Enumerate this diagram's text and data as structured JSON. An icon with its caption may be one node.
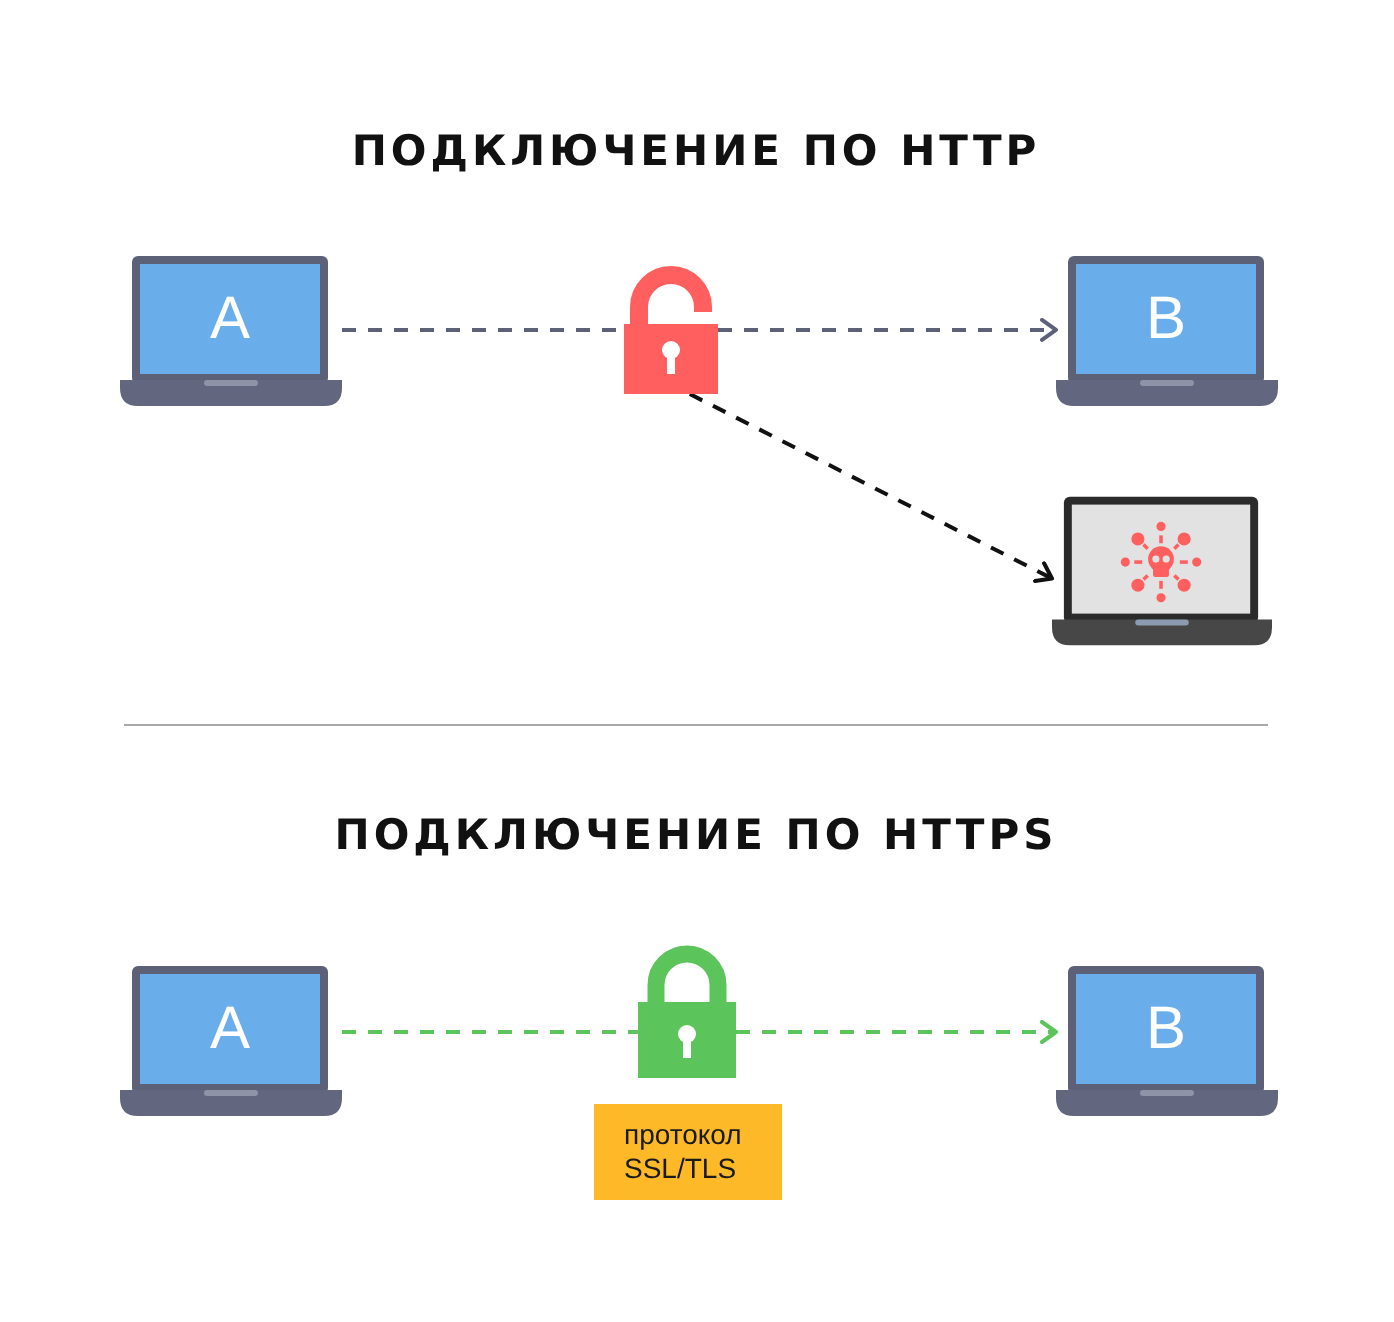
{
  "diagram": {
    "nodes": [
      {
        "text": [
          "A"
        ]
      },
      {
        "text": [],
        "shape": "picture"
      },
      {
        "text": [
          "B"
        ]
      },
      {
        "text": [],
        "shape": "picture"
      },
      {
        "text": [
          "A"
        ]
      },
      {
        "text": [],
        "shape": "picture"
      },
      {
        "text": [
          "B"
        ]
      },
      {
        "text": [
          "протокол SSL/TLS"
        ]
      }
    ],
    "edges": [
      {
        "from": 0,
        "to": 1,
        "arrow": "none",
        "style": "dashed",
        "color": "#5d6178"
      },
      {
        "from": 1,
        "to": 2,
        "arrow": "to",
        "style": "dashed",
        "color": "#5d6178"
      },
      {
        "from": 1,
        "to": 3,
        "arrow": "to",
        "style": "dashed",
        "color": "#111111"
      },
      {
        "from": 4,
        "to": 5,
        "arrow": "none",
        "style": "dashed",
        "color": "#5bc55b"
      },
      {
        "from": 5,
        "to": 6,
        "arrow": "to",
        "style": "dashed",
        "color": "#5bc55b"
      }
    ],
    "labels": [
      "ПОДКЛЮЧЕНИЕ ПО HTTP",
      "ПОДКЛЮЧЕНИЕ ПО HTTPS"
    ]
  }
}
